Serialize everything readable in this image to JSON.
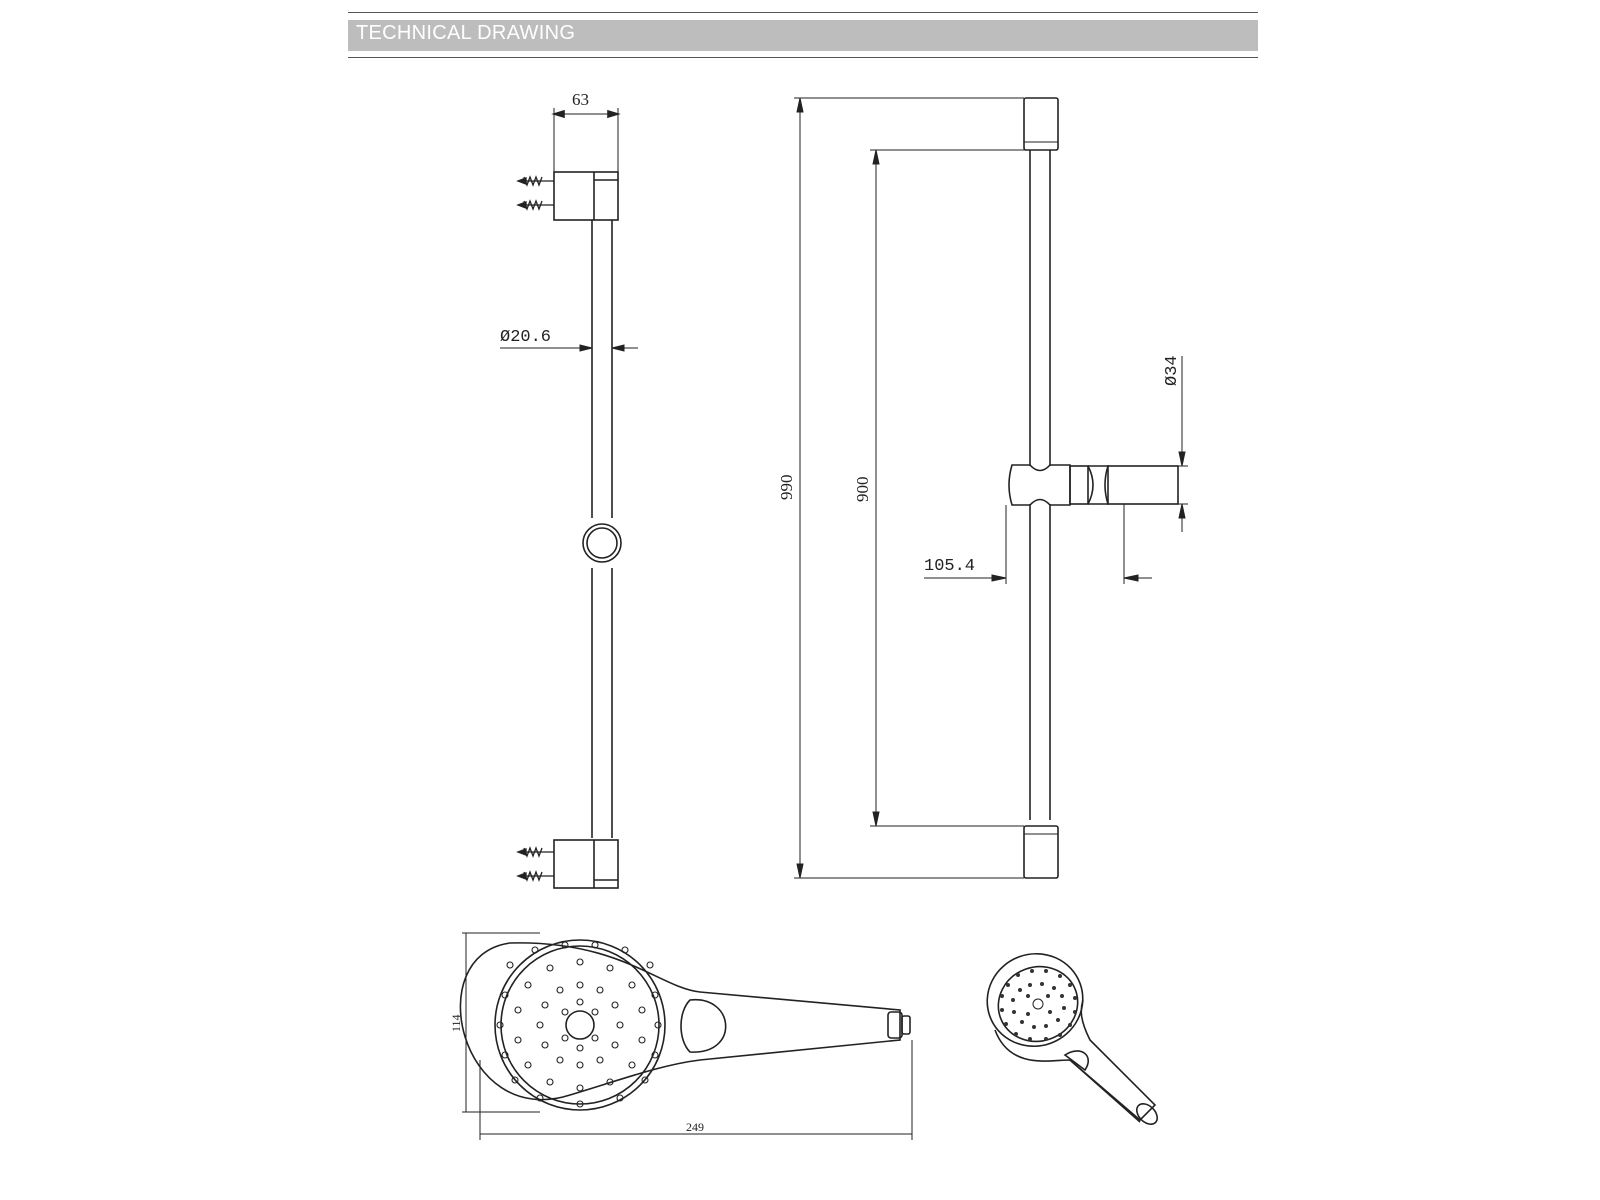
{
  "header": {
    "title": "TECHNICAL DRAWING"
  },
  "dimensions": {
    "bracket_width": "63",
    "rail_diameter": "Ø20.6",
    "overall_height": "990",
    "rail_length": "900",
    "holder_diameter": "Ø34",
    "holder_projection": "105.4",
    "head_width": "114",
    "head_length": "249"
  },
  "colors": {
    "line": "#222222",
    "header_bar": "#bdbdbd",
    "header_text": "#ffffff"
  }
}
